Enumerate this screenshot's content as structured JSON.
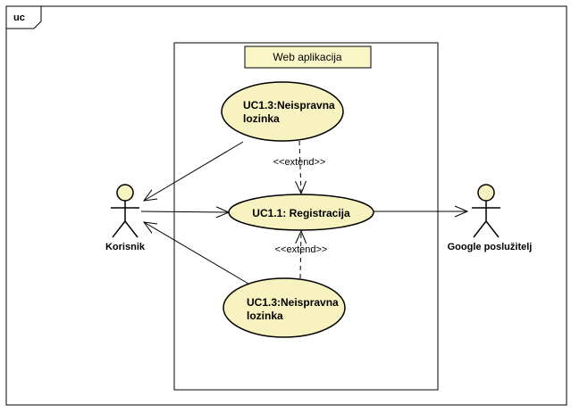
{
  "frame": {
    "label": "uc"
  },
  "system": {
    "name": "Web aplikacija"
  },
  "actors": {
    "user": {
      "name": "Korisnik"
    },
    "google": {
      "name": "Google poslužitelj"
    }
  },
  "use_cases": {
    "top": {
      "line1": "UC1.3:Neispravna",
      "line2": "lozinka"
    },
    "main": {
      "label": "UC1.1: Registracija"
    },
    "bottom": {
      "line1": "UC1.3:Neispravna",
      "line2": "lozinka"
    }
  },
  "relations": {
    "extend_top": "<<extend>>",
    "extend_bottom": "<<extend>>"
  },
  "colors": {
    "usecase_fill": "#f8f2c0",
    "system_label_fill": "#fbf6c8",
    "actor_fill": "#f8f2c0",
    "stroke": "#000000"
  }
}
